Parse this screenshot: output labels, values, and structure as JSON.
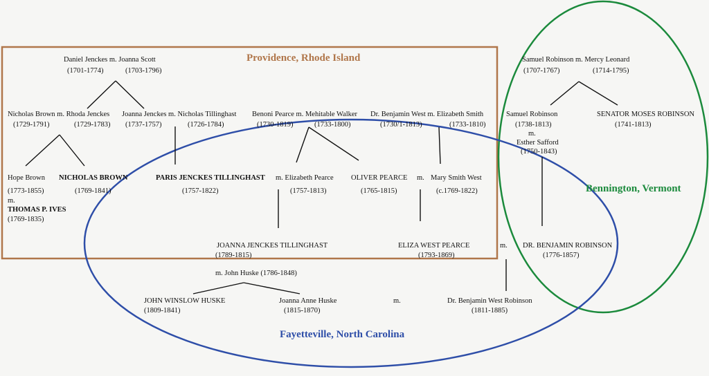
{
  "regions": {
    "providence": {
      "label": "Providence, Rhode Island",
      "color": "#b0764a"
    },
    "bennington": {
      "label": "Bennington, Vermont",
      "color": "#1b8a3c"
    },
    "fayetteville": {
      "label": "Fayetteville, North Carolina",
      "color": "#2e4ea8"
    }
  },
  "people": {
    "daniel_couple": "Daniel Jenckes  m. Joanna Scott",
    "daniel_dates": "(1701-1774)",
    "joanna_scott_dates": "(1703-1796)",
    "nicholas_rhoda": "Nicholas Brown  m. Rhoda Jenckes",
    "nicholas_sr_dates": "(1729-1791)",
    "rhoda_dates": "(1729-1783)",
    "joanna_nicholas": "Joanna Jenckes  m. Nicholas Tillinghast",
    "joanna_j_dates": "(1737-1757)",
    "nicholas_t_dates": "(1726-1784)",
    "benoni_mehitable": "Benoni Pearce  m. Mehitable Walker",
    "benoni_dates": "(1730-1819)",
    "mehitable_dates": "(1733-1800)",
    "benjamin_elizabeth": "Dr. Benjamin West  m. Elizabeth Smith",
    "benjamin_west_dates": "(1730/1-1813)",
    "elizabeth_smith_dates": "(1733-1810)",
    "hope_brown": "Hope Brown",
    "hope_dates": "(1773-1855)",
    "hope_m": "m.",
    "thomas_ives": "THOMAS P. IVES",
    "thomas_dates": "(1769-1835)",
    "nicholas_brown": "NICHOLAS BROWN",
    "nicholas_jr_dates": "(1769-1841)",
    "paris_tillinghast": "PARIS JENCKES TILLINGHAST",
    "paris_dates": "(1757-1822)",
    "elizabeth_pearce": "m. Elizabeth Pearce",
    "elizabeth_pearce_dates": "(1757-1813)",
    "oliver_pearce": "OLIVER PEARCE",
    "oliver_dates": "(1765-1815)",
    "oliver_m": "m.",
    "mary_smith_west": "Mary Smith West",
    "mary_dates": "(c.1769-1822)",
    "samuel_mercy": "Samuel Robinson  m.  Mercy Leonard",
    "samuel_sr_dates": "(1707-1767)",
    "mercy_dates": "(1714-1795)",
    "samuel_jr": "Samuel Robinson",
    "samuel_jr_dates": "(1738-1813)",
    "samuel_jr_m": "m.",
    "esther_safford": "Esther Safford",
    "esther_dates": "(1750-1843)",
    "senator_moses": "SENATOR MOSES ROBINSON",
    "moses_dates": "(1741-1813)",
    "joanna_tillinghast": "JOANNA JENCKES  TILLINGHAST",
    "joanna_t_dates": "(1789-1815)",
    "eliza_west_pearce": "ELIZA WEST PEARCE",
    "eliza_dates": "(1793-1869)",
    "eliza_m": "m.",
    "dr_benjamin_robinson": "DR. BENJAMIN ROBINSON",
    "dr_benjamin_robinson_dates": "(1776-1857)",
    "john_huske": "m. John Huske (1786-1848)",
    "john_winslow_huske": "JOHN WINSLOW HUSKE",
    "john_winslow_dates": "(1809-1841)",
    "joanna_anne_huske": "Joanna Anne Huske",
    "joanna_anne_dates": "(1815-1870)",
    "joanna_anne_m": "m.",
    "dr_benjamin_west_robinson": "Dr. Benjamin West Robinson",
    "dr_benjamin_west_robinson_dates": "(1811-1885)"
  }
}
